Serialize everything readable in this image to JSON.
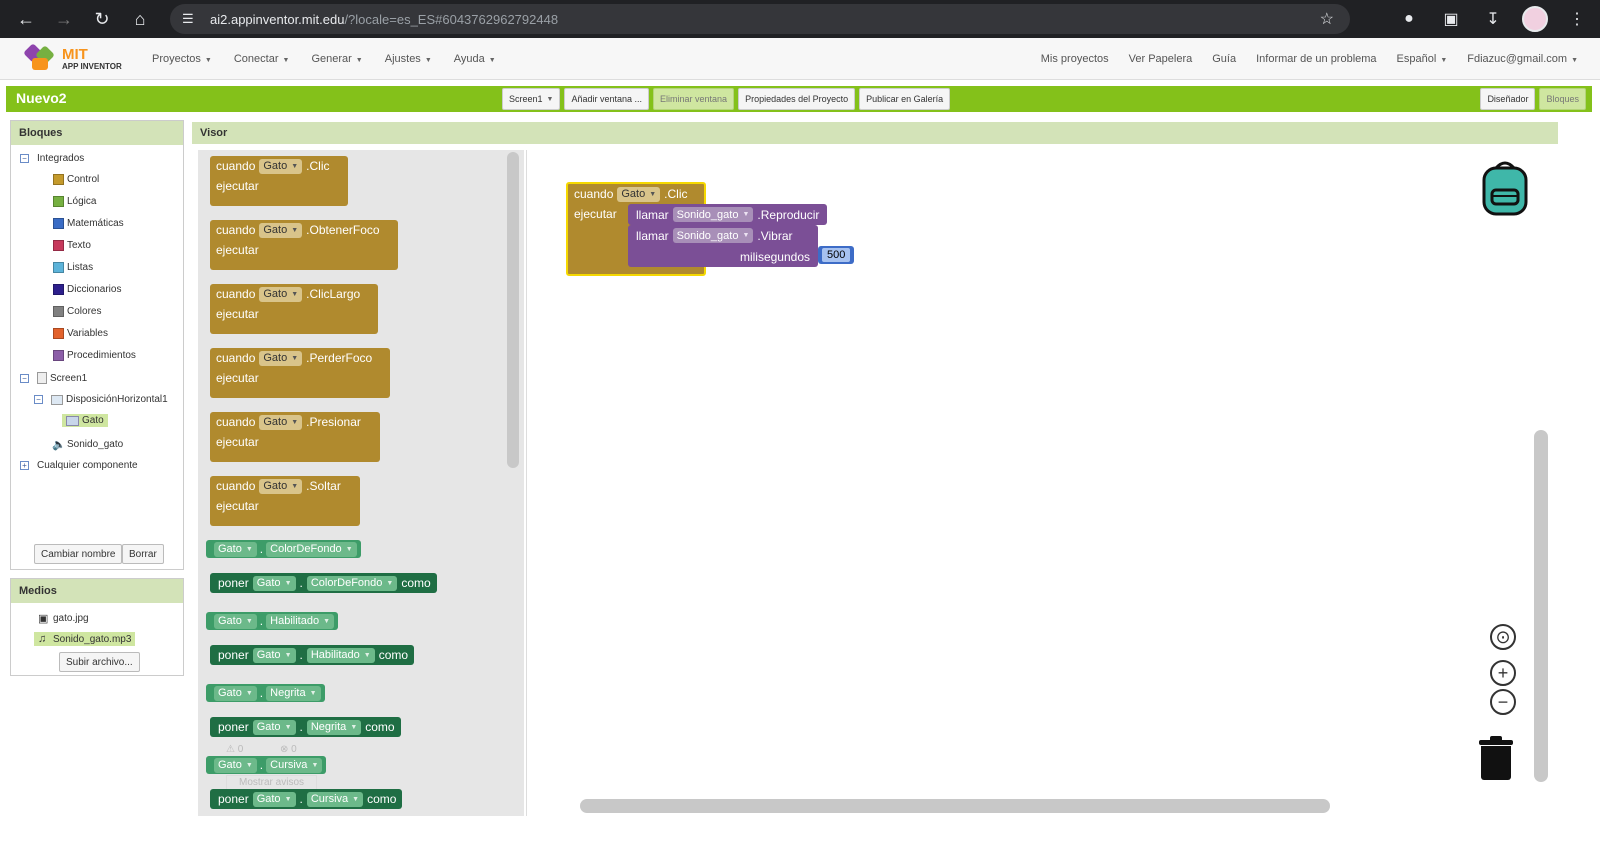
{
  "browser": {
    "url_host": "ai2.appinventor.mit.edu",
    "url_rest": "/?locale=es_ES#6043762962792448"
  },
  "logo": {
    "mit": "MIT",
    "app_inventor": "APP INVENTOR"
  },
  "menu_left": [
    "Proyectos",
    "Conectar",
    "Generar",
    "Ajustes",
    "Ayuda"
  ],
  "menu_right": {
    "my_projects": "Mis proyectos",
    "trash": "Ver Papelera",
    "guide": "Guía",
    "report": "Informar de un problema",
    "language": "Español",
    "account": "Fdiazuc@gmail.com"
  },
  "project": {
    "name": "Nuevo2",
    "screen_selector": "Screen1",
    "add_screen": "Añadir ventana ...",
    "remove_screen": "Eliminar ventana",
    "project_properties": "Propiedades del Proyecto",
    "publish": "Publicar en Galería",
    "designer": "Diseñador",
    "blocks": "Bloques"
  },
  "blocks_panel": {
    "title": "Bloques",
    "builtin": "Integrados",
    "categories": [
      {
        "label": "Control",
        "color": "#c49a2c"
      },
      {
        "label": "Lógica",
        "color": "#76b041"
      },
      {
        "label": "Matemáticas",
        "color": "#3a6cc5"
      },
      {
        "label": "Texto",
        "color": "#c6395c"
      },
      {
        "label": "Listas",
        "color": "#5cb3d9"
      },
      {
        "label": "Diccionarios",
        "color": "#2d1f8c"
      },
      {
        "label": "Colores",
        "color": "#808080"
      },
      {
        "label": "Variables",
        "color": "#e2622c"
      },
      {
        "label": "Procedimientos",
        "color": "#8c5ea8"
      }
    ],
    "screen": "Screen1",
    "arrangement": "DisposiciónHorizontal1",
    "gato": "Gato",
    "sound": "Sonido_gato",
    "any_component": "Cualquier componente",
    "rename": "Cambiar nombre",
    "delete": "Borrar"
  },
  "media": {
    "title": "Medios",
    "files": [
      "gato.jpg",
      "Sonido_gato.mp3"
    ],
    "upload": "Subir archivo..."
  },
  "viewer": {
    "title": "Visor"
  },
  "flyout": {
    "cuando": "cuando",
    "ejecutar": "ejecutar",
    "component": "Gato",
    "events": [
      ".Clic",
      ".ObtenerFoco",
      ".ClicLargo",
      ".PerderFoco",
      ".Presionar",
      ".Soltar"
    ],
    "poner": "poner",
    "como": "como",
    "dot": ".",
    "properties": [
      "ColorDeFondo",
      "Habilitado",
      "Negrita",
      "Cursiva"
    ],
    "warnings": {
      "warn_count": "0",
      "error_count": "0",
      "show_warnings": "Mostrar avisos"
    }
  },
  "workspace": {
    "cuando": "cuando",
    "ejecutar": "ejecutar",
    "component": "Gato",
    "event": ".Clic",
    "llamar": "llamar",
    "sound": "Sonido_gato",
    "play": ".Reproducir",
    "vibrate": ".Vibrar",
    "ms_label": "milisegundos",
    "ms_value": "500"
  },
  "colors": {
    "project_bar": "#84c11a",
    "event_block": "#b08a2e",
    "component_getter": "#3d9c68",
    "component_setter": "#1f6e44",
    "procedure_call": "#7b4f96",
    "math_number": "#3d6cc7"
  }
}
